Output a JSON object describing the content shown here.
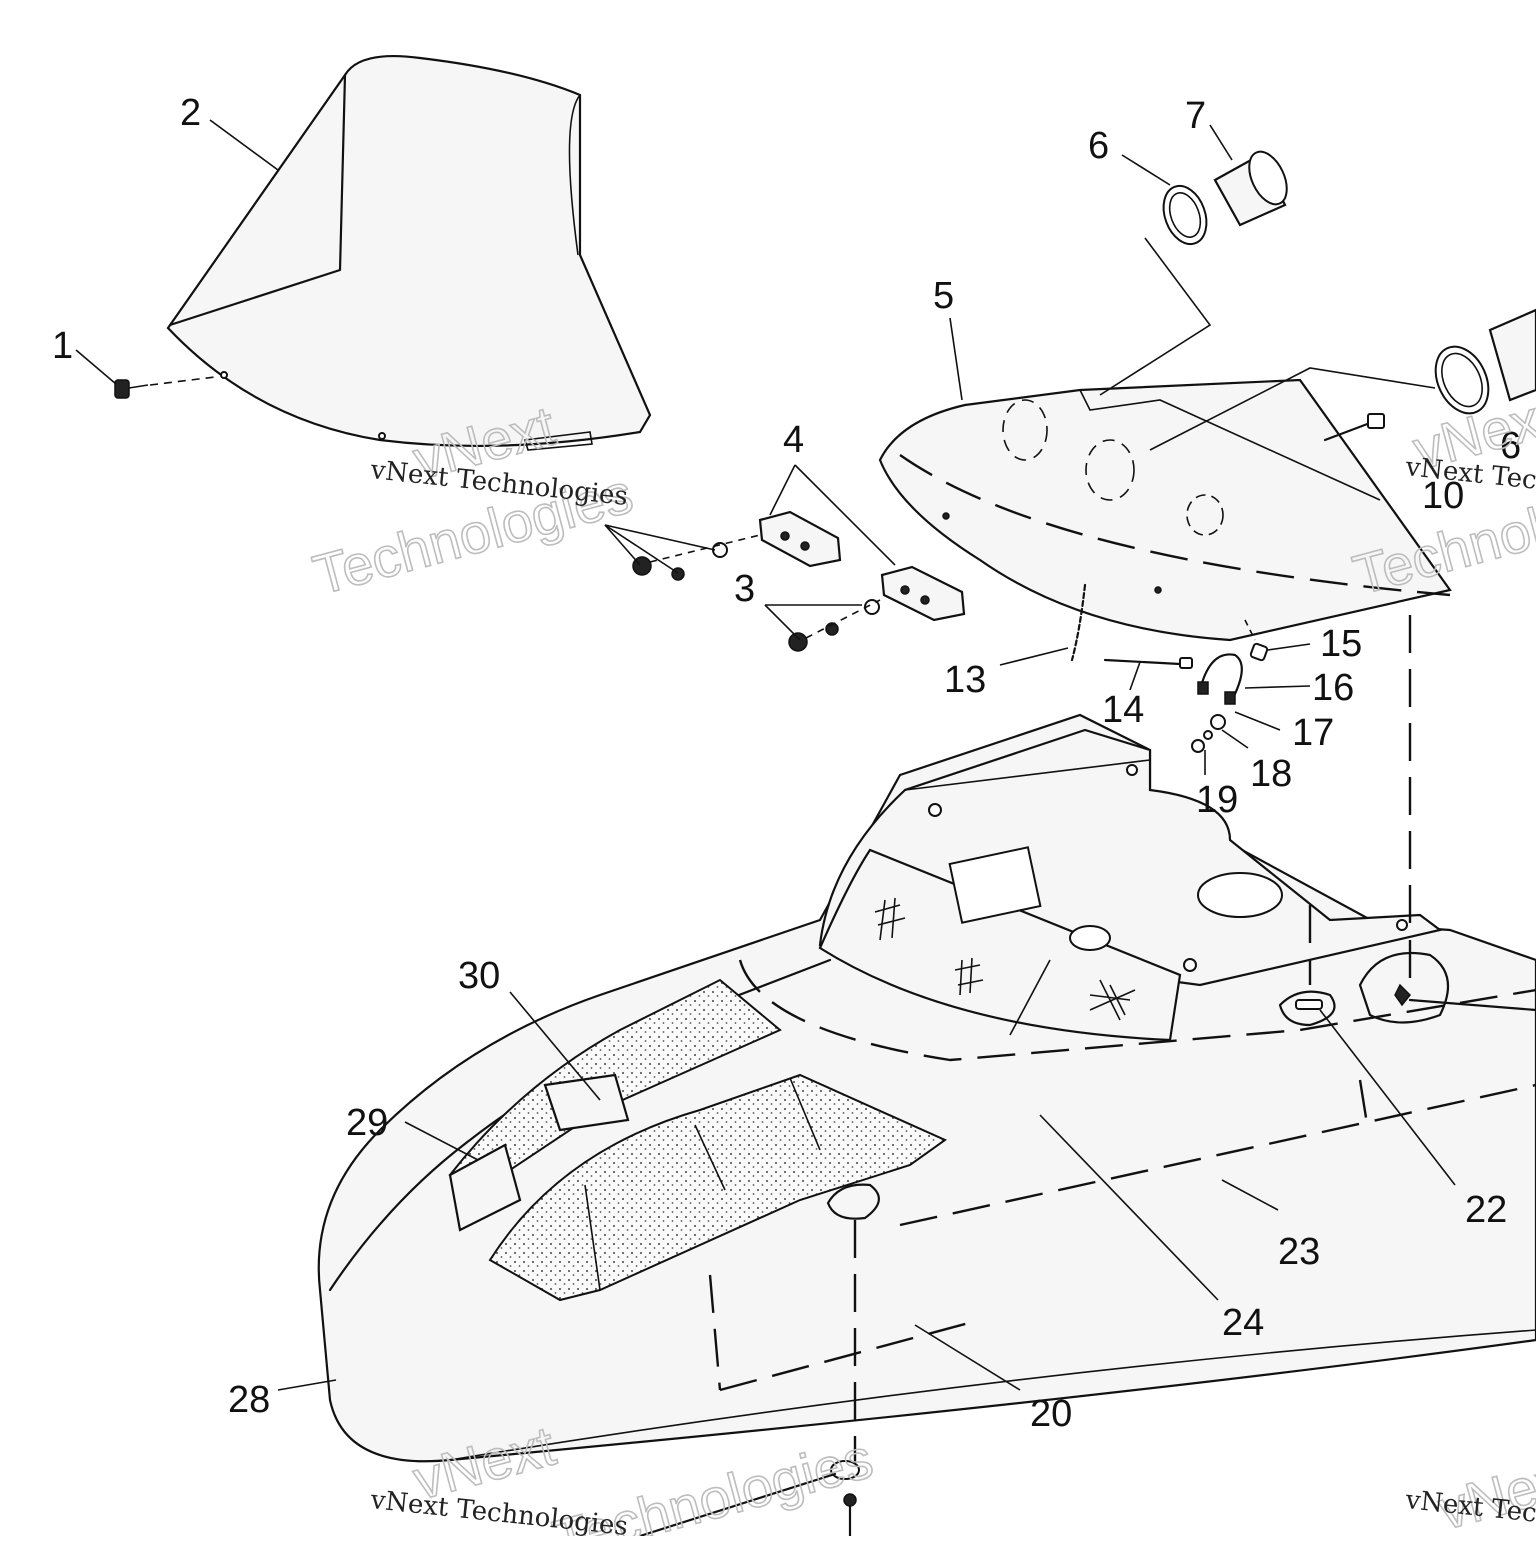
{
  "callouts": [
    {
      "n": "1"
    },
    {
      "n": "2"
    },
    {
      "n": "3"
    },
    {
      "n": "4"
    },
    {
      "n": "5"
    },
    {
      "n": "6"
    },
    {
      "n": "7"
    },
    {
      "n": "6"
    },
    {
      "n": "10"
    },
    {
      "n": "13"
    },
    {
      "n": "14"
    },
    {
      "n": "15"
    },
    {
      "n": "16"
    },
    {
      "n": "17"
    },
    {
      "n": "18"
    },
    {
      "n": "19"
    },
    {
      "n": "20"
    },
    {
      "n": "22"
    },
    {
      "n": "23"
    },
    {
      "n": "24"
    },
    {
      "n": "28"
    },
    {
      "n": "29"
    },
    {
      "n": "30"
    }
  ],
  "watermark": {
    "brand": "vNext Technologies",
    "line1": "vNext",
    "line2": "Technologies"
  }
}
